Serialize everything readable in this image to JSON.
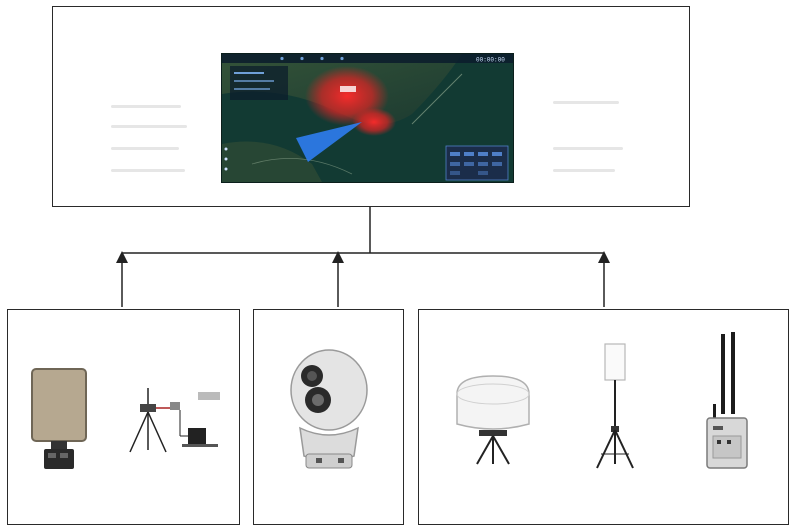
{
  "top_panel": {
    "screen": {
      "clock": "00:00:00",
      "colors": {
        "map": "#123a33",
        "threat": "#e02424",
        "coverage": "#2f7df0",
        "panel": "#1b2d4a"
      }
    }
  },
  "center_label": "",
  "groups": [
    {
      "id": "radar-group",
      "devices": [
        {
          "icon": "flat-panel-radar-icon",
          "label": ""
        },
        {
          "icon": "tripod-sensor-array-icon",
          "label": ""
        }
      ]
    },
    {
      "id": "optical-group",
      "devices": [
        {
          "icon": "electro-optical-turret-icon",
          "label": ""
        }
      ]
    },
    {
      "id": "rf-group",
      "devices": [
        {
          "icon": "dome-detector-icon",
          "label": ""
        },
        {
          "icon": "tripod-antenna-icon",
          "label": ""
        },
        {
          "icon": "portable-jammer-icon",
          "label": ""
        }
      ]
    }
  ]
}
